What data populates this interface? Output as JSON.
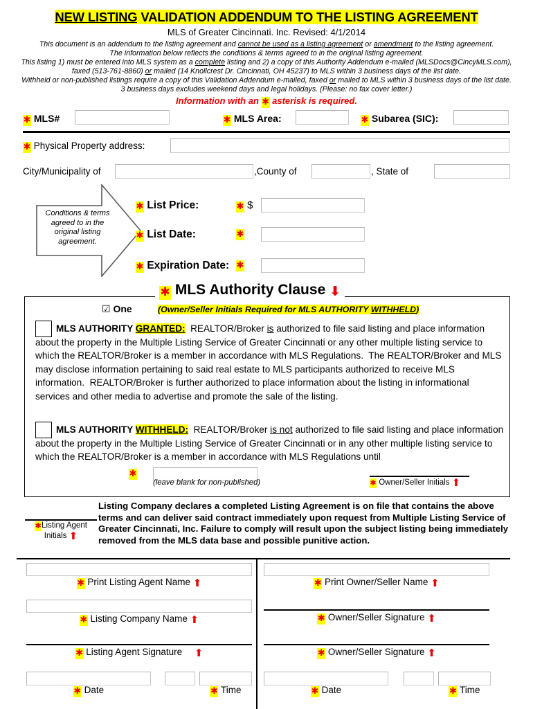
{
  "header": {
    "title_highlight": "NEW LISTING",
    "title_rest": " VALIDATION ADDENDUM TO THE LISTING AGREEMENT",
    "subtitle": "MLS of Greater Cincinnati. Inc.  Revised:  4/1/2014",
    "lead_lines": [
      "This document is an addendum to the listing agreement and cannot be used as a listing agreement or amendment to the listing agreement.",
      "The information below reflects the conditions & terms agreed to in the original listing agreement.",
      "This listing 1) must be entered into MLS system as a complete listing and 2) a copy of this Authority Addendum e-mailed (MLSDocs@CincyMLS.com),",
      "faxed (513-761-8860) or mailed (14 Knollcrest Dr. Cincinnati, OH 45237) to MLS within 3 business days of the list date.",
      "Withheld or non-published listings require a copy of this Validation Addendum e-mailed, faxed or mailed to MLS within 3 business days of the list date.",
      "3 business days excludes weekend days and legal holidays.  (Please: no fax cover letter.)"
    ],
    "required_notice_pre": "Information with an ",
    "required_notice_post": " asterisk is required."
  },
  "identity_row": {
    "mls_number_label": "MLS#",
    "mls_number_value": "",
    "mls_area_label": "MLS Area:",
    "mls_area_value": "",
    "subarea_label": "Subarea (SIC):",
    "subarea_value": ""
  },
  "address_row": {
    "property_address_label": "Physical Property address:",
    "property_address_value": "",
    "city_label": "City/Municipality of",
    "city_value": "",
    "county_label": ",County of",
    "county_value": "",
    "state_label": ", State of",
    "state_value": ""
  },
  "callout": {
    "text": "Conditions & terms agreed to in the original listing agreement."
  },
  "terms": {
    "list_price_label": "List Price:",
    "list_price_currency": "$",
    "list_price_value": "",
    "list_date_label": "List Date:",
    "list_date_value": "",
    "expiration_date_label": "Expiration Date:",
    "expiration_date_value": ""
  },
  "authority": {
    "legend": "MLS Authority Clause",
    "check_one_label": "One",
    "check_one_note": "(Owner/Seller Initials Required for MLS AUTHORITY WITHHELD)",
    "granted": {
      "prefix": "MLS AUTHORITY ",
      "keyword": "GRANTED:",
      "body": "  REALTOR/Broker is authorized to file said listing and place information about the property in the Multiple Listing Service of Greater Cincinnati or any other multiple listing service to which the REALTOR/Broker is a member in accordance with MLS Regulations.  The REALTOR/Broker and MLS may disclose information pertaining to said real estate to MLS participants authorized to receive MLS information.  REALTOR/Broker is further authorized to place information about the listing in informational services and other media to advertise and promote the sale of the listing.",
      "checked": false
    },
    "withheld": {
      "prefix": "MLS AUTHORITY ",
      "keyword": "WITHHELD:",
      "body": "  REALTOR/Broker is not authorized to file said listing and place information about the property in the Multiple Listing Service of Greater Cincinnati or in any other multiple listing service to which the REALTOR/Broker is a member in accordance with MLS Regulations until",
      "until_value": "",
      "hint": "(leave blank for non-published)",
      "initials_label": "Owner/Seller Initials",
      "checked": false
    }
  },
  "declaration": {
    "text": "Listing Company declares a completed Listing Agreement is on file that contains the above terms and can deliver said contract immediately upon request from Multiple Listing Service of Greater Cincinnati, Inc. Failure to comply will result upon the subject listing being immediately removed from the MLS data base and possible punitive action.",
    "initials_label_line1": "Listing Agent",
    "initials_label_line2": "Initials"
  },
  "signatures": {
    "left": [
      {
        "caption": "Print Listing Agent Name",
        "value": ""
      },
      {
        "caption": "Listing Company Name",
        "value": ""
      },
      {
        "caption": "Listing Agent Signature",
        "value": ""
      }
    ],
    "right": [
      {
        "caption": "Print Owner/Seller Name",
        "value": ""
      },
      {
        "caption": "Owner/Seller Signature",
        "value": ""
      },
      {
        "caption": "Owner/Seller Signature",
        "value": ""
      }
    ],
    "date_label": "Date",
    "time_label": "Time",
    "left_date_value": "",
    "left_time_ampm_value": "",
    "left_time_value": "",
    "right_date_value": "",
    "right_time_ampm_value": "",
    "right_time_value": ""
  },
  "colors": {
    "required_red": "#ee0000",
    "highlight_yellow": "#ffff00",
    "field_border": "#c8c8c8"
  }
}
